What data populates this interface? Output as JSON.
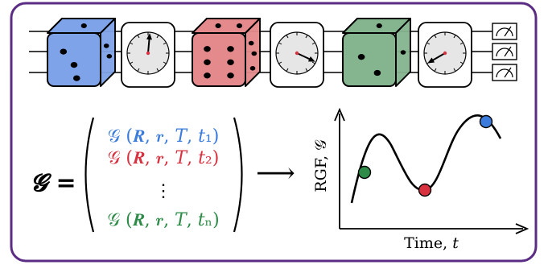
{
  "colors": {
    "frame": "#5b2c83",
    "blue": "#3a7bdc",
    "red": "#d8313f",
    "green": "#2e8b48",
    "blue_die": "#7fa3e8",
    "red_die": "#e58a8c",
    "green_die": "#85b58f",
    "clock_face": "#e6e6e6",
    "ink": "#000000"
  },
  "circuit": {
    "wires": 3,
    "elements": [
      {
        "kind": "die",
        "color": "blue",
        "name": "blue-die"
      },
      {
        "kind": "clock",
        "name": "clock-1",
        "hand_angle_deg": 5
      },
      {
        "kind": "die",
        "color": "red",
        "name": "red-die"
      },
      {
        "kind": "clock",
        "name": "clock-2",
        "hand_angle_deg": 115
      },
      {
        "kind": "die",
        "color": "green",
        "name": "green-die"
      },
      {
        "kind": "clock",
        "name": "clock-3",
        "hand_angle_deg": 240
      }
    ],
    "meters": 3
  },
  "vector": {
    "lhs": "𝓖 =",
    "entries": [
      {
        "text": "𝒢 (𝑹, 𝒓, 𝑇, 𝑡₁)",
        "color": "blue"
      },
      {
        "text": "𝒢 (𝑹, 𝒓, 𝑇, 𝑡₂)",
        "color": "red"
      },
      {
        "text": "⋮",
        "color": "ink"
      },
      {
        "text": "𝒢 (𝑹, 𝒓, 𝑇, 𝑡ₙ)",
        "color": "green"
      }
    ],
    "arrow": "⟶"
  },
  "plot": {
    "ylabel": "RGF, 𝒢",
    "xlabel": "Time, 𝑡",
    "markers": [
      "green",
      "red",
      "blue"
    ]
  }
}
